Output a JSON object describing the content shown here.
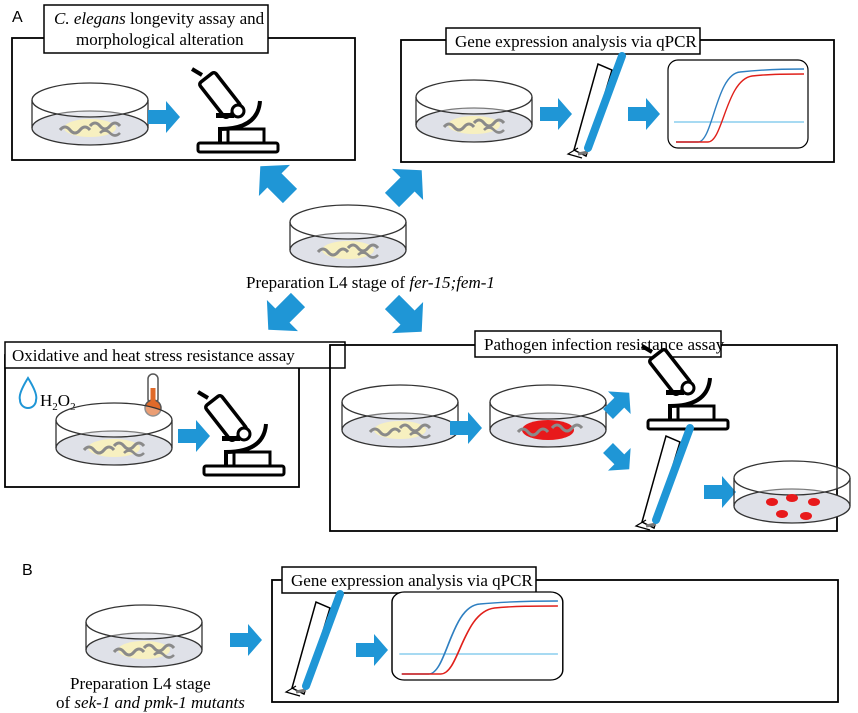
{
  "panel_labels": {
    "a": "A",
    "b": "B"
  },
  "boxes": {
    "longevity": {
      "line1_italic": "C. elegans",
      "line1_rest": " longevity assay and",
      "line2": "morphological alteration"
    },
    "qpcr_a": {
      "title": "Gene expression analysis via qPCR"
    },
    "oxidative": {
      "title": "Oxidative and heat stress resistance assay",
      "h2o2_h": "H",
      "h2o2_sub1": "2",
      "h2o2_o": "O",
      "h2o2_sub2": "2"
    },
    "pathogen": {
      "title": "Pathogen infection resistance assay"
    },
    "qpcr_b": {
      "title": "Gene expression analysis via qPCR"
    }
  },
  "center": {
    "label_prefix": "Preparation L4 stage of ",
    "label_italic": "fer-15;fem-1"
  },
  "panel_b_source": {
    "line1": "Preparation L4 stage",
    "line2_prefix": "of ",
    "line2_italic": "sek-1 and pmk-1 mutants"
  },
  "colors": {
    "arrow": "#1f96d6",
    "curve_blue": "#2e7fc1",
    "curve_red": "#e0201a",
    "threshold": "#4fb5e6",
    "plate_fill": "#dfe1e8",
    "worm": "#8a8a8a",
    "red_spot": "#e8191b",
    "food": "#f7f0c0"
  },
  "icons": [
    "petri-dish-icon",
    "microscope-icon",
    "pipette-icon",
    "qpcr-chart-icon",
    "water-drop-icon",
    "thermometer-icon",
    "direction-arrow-icon"
  ]
}
